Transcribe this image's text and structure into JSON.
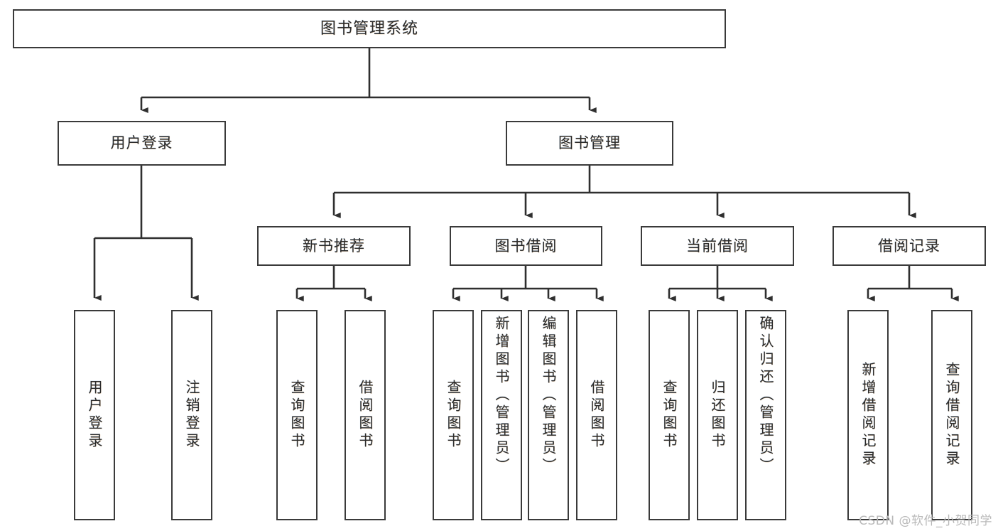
{
  "diagram": {
    "title": "图书管理系统",
    "type": "tree-hierarchy",
    "watermark": "CSDN @软件_小贺同学",
    "colors": {
      "background": "#ffffff",
      "box_border": "#3a3a3a",
      "box_fill": "#ffffff",
      "text": "#2b2b2b",
      "edge": "#2f2f2f",
      "watermark": "#b9b9b9"
    },
    "nodes": {
      "root": {
        "label": "图书管理系统"
      },
      "level2": [
        {
          "label": "用户登录"
        },
        {
          "label": "图书管理"
        }
      ],
      "level3": [
        {
          "label": "新书推荐"
        },
        {
          "label": "图书借阅"
        },
        {
          "label": "当前借阅"
        },
        {
          "label": "借阅记录"
        }
      ],
      "leaves": {
        "user_login": [
          {
            "label": "用户登录"
          },
          {
            "label": "注销登录"
          }
        ],
        "new_book_recommend": [
          {
            "label": "查询图书"
          },
          {
            "label": "借阅图书"
          }
        ],
        "book_borrow": [
          {
            "label": "查询图书"
          },
          {
            "label": "新增图书（管理员）"
          },
          {
            "label": "编辑图书（管理员）"
          },
          {
            "label": "借阅图书"
          }
        ],
        "current_borrow": [
          {
            "label": "查询图书"
          },
          {
            "label": "归还图书"
          },
          {
            "label": "确认归还（管理员）"
          }
        ],
        "borrow_record": [
          {
            "label": "新增借阅记录"
          },
          {
            "label": "查询借阅记录"
          }
        ]
      }
    }
  }
}
